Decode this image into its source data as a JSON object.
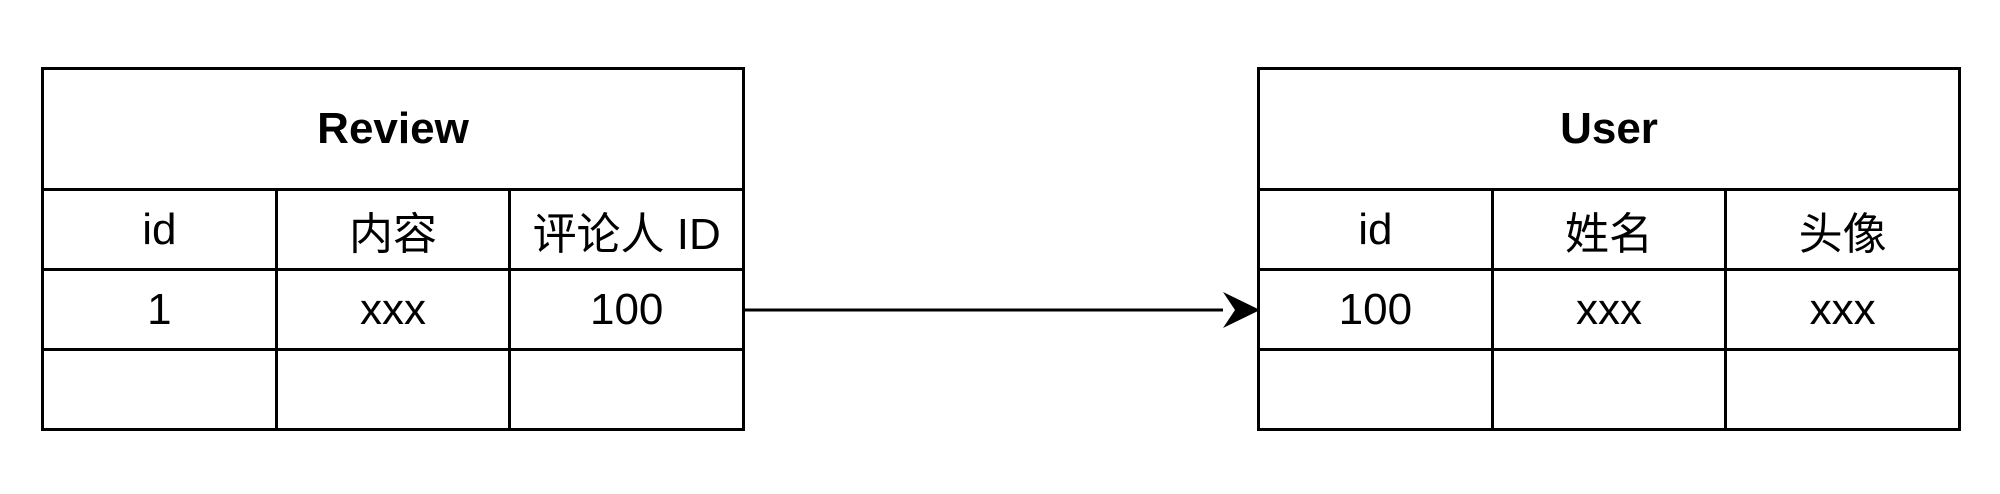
{
  "diagram": {
    "tables": [
      {
        "title": "Review",
        "headers": [
          "id",
          "内容",
          "评论人 ID"
        ],
        "rows": [
          [
            "1",
            "xxx",
            "100"
          ],
          [
            "",
            "",
            ""
          ]
        ]
      },
      {
        "title": "User",
        "headers": [
          "id",
          "姓名",
          "头像"
        ],
        "rows": [
          [
            "100",
            "xxx",
            "xxx"
          ],
          [
            "",
            "",
            ""
          ]
        ]
      }
    ],
    "edges": [
      {
        "from": "Review.评论人 ID",
        "to": "User.id",
        "arrow": "end"
      }
    ]
  }
}
